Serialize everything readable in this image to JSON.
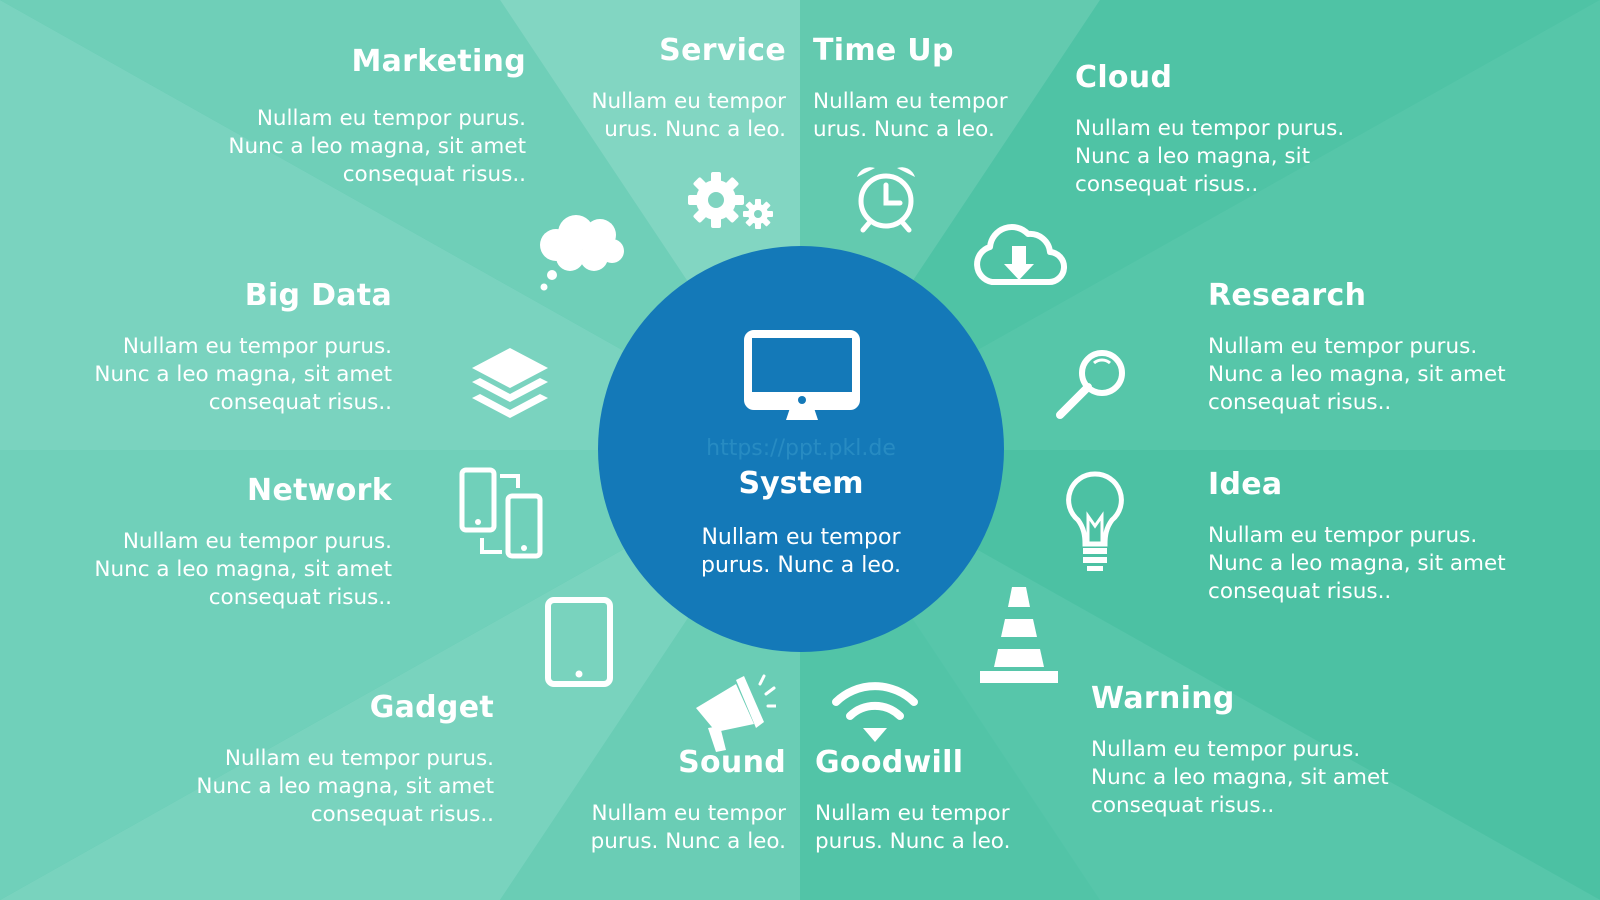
{
  "center": {
    "title": "System",
    "body": "Nullam eu tempor\npurus. Nunc a leo.",
    "watermark": "https://ppt.pkl.de",
    "icon": "monitor-icon",
    "color": "#1479b8"
  },
  "colors": {
    "background": "#5cc7ad",
    "text": "#ffffff"
  },
  "segments": [
    {
      "id": "marketing",
      "title": "Marketing",
      "body": "Nullam eu tempor purus.\nNunc a leo magna, sit amet\nconsequat risus..",
      "icon": "thought-bubble-icon"
    },
    {
      "id": "service",
      "title": "Service",
      "body": "Nullam eu tempor\nurus. Nunc a leo.",
      "icon": "gears-icon"
    },
    {
      "id": "timeup",
      "title": "Time Up",
      "body": "Nullam eu tempor\nurus. Nunc a leo.",
      "icon": "alarm-clock-icon"
    },
    {
      "id": "cloud",
      "title": "Cloud",
      "body": "Nullam eu tempor purus.\nNunc a leo magna, sit\nconsequat risus..",
      "icon": "cloud-download-icon"
    },
    {
      "id": "research",
      "title": "Research",
      "body": "Nullam eu tempor purus.\nNunc a leo magna, sit amet\nconsequat risus..",
      "icon": "magnifier-icon"
    },
    {
      "id": "idea",
      "title": "Idea",
      "body": "Nullam eu tempor purus.\nNunc a leo magna, sit amet\nconsequat risus..",
      "icon": "lightbulb-icon"
    },
    {
      "id": "warning",
      "title": "Warning",
      "body": "Nullam eu tempor purus.\nNunc a leo magna, sit amet\nconsequat risus..",
      "icon": "traffic-cone-icon"
    },
    {
      "id": "goodwill",
      "title": "Goodwill",
      "body": "Nullam eu tempor\npurus. Nunc a leo.",
      "icon": "wifi-icon"
    },
    {
      "id": "sound",
      "title": "Sound",
      "body": "Nullam eu tempor\npurus. Nunc a leo.",
      "icon": "megaphone-icon"
    },
    {
      "id": "gadget",
      "title": "Gadget",
      "body": "Nullam eu tempor purus.\nNunc a leo magna, sit amet\nconsequat risus..",
      "icon": "tablet-icon"
    },
    {
      "id": "network",
      "title": "Network",
      "body": "Nullam eu tempor purus.\nNunc a leo magna, sit amet\nconsequat risus..",
      "icon": "sync-phones-icon"
    },
    {
      "id": "bigdata",
      "title": "Big Data",
      "body": "Nullam eu tempor purus.\nNunc a leo magna, sit amet\nconsequat risus..",
      "icon": "layers-icon"
    }
  ]
}
